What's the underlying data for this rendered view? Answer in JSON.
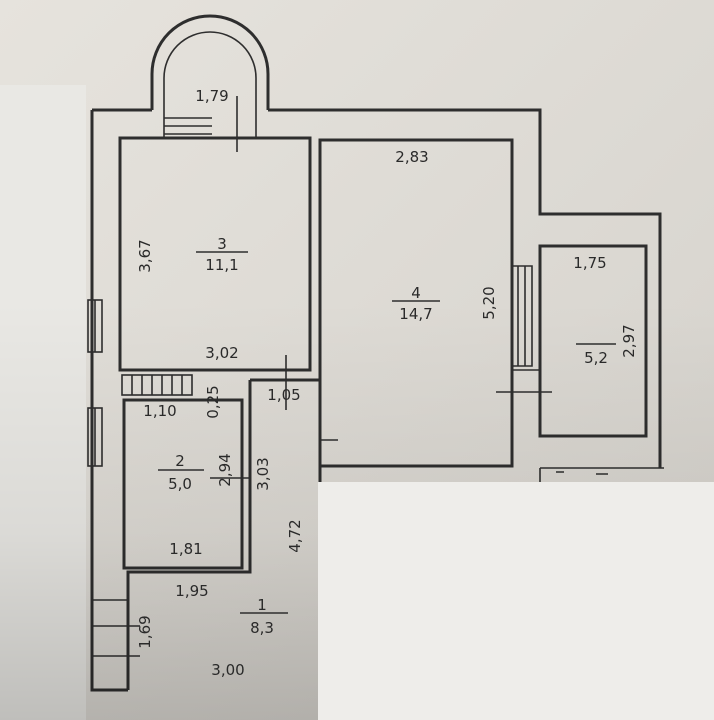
{
  "rooms": [
    {
      "id": "1",
      "area": "8,3"
    },
    {
      "id": "2",
      "area": "5,0"
    },
    {
      "id": "3",
      "area": "11,1"
    },
    {
      "id": "4",
      "area": "14,7"
    },
    {
      "id": "",
      "area": "5,2"
    }
  ],
  "dimensions": {
    "bay": "1,79",
    "r3_side": "3,67",
    "r3_bottom": "3,02",
    "r4_top": "2,83",
    "r4_side": "5,20",
    "balcony_top": "1,75",
    "balcony_side": "2,97",
    "wall_025": "0,25",
    "d_105": "1,05",
    "d_110": "1,10",
    "r2_side": "2,94",
    "d_303": "3,03",
    "r2_bottom": "1,81",
    "corridor": "4,72",
    "r1_top": "1,95",
    "r1_side": "1,69",
    "r1_bottom": "3,00"
  }
}
